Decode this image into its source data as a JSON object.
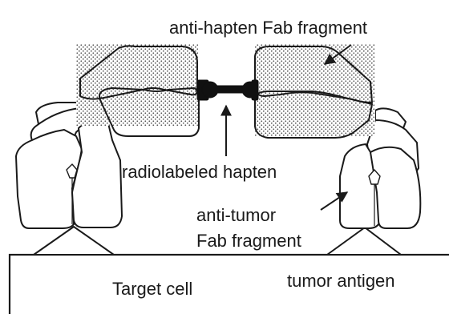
{
  "labels": {
    "anti_hapten_fab": "anti-hapten Fab fragment",
    "radiolabeled_hapten": "radiolabeled hapten",
    "anti_tumor_line1": "anti-tumor",
    "anti_tumor_line2": "Fab fragment",
    "target_cell": "Target cell",
    "tumor_antigen": "tumor antigen"
  },
  "colors": {
    "ink": "#1a1a1a",
    "stipple": "#555555",
    "background": "#ffffff"
  }
}
